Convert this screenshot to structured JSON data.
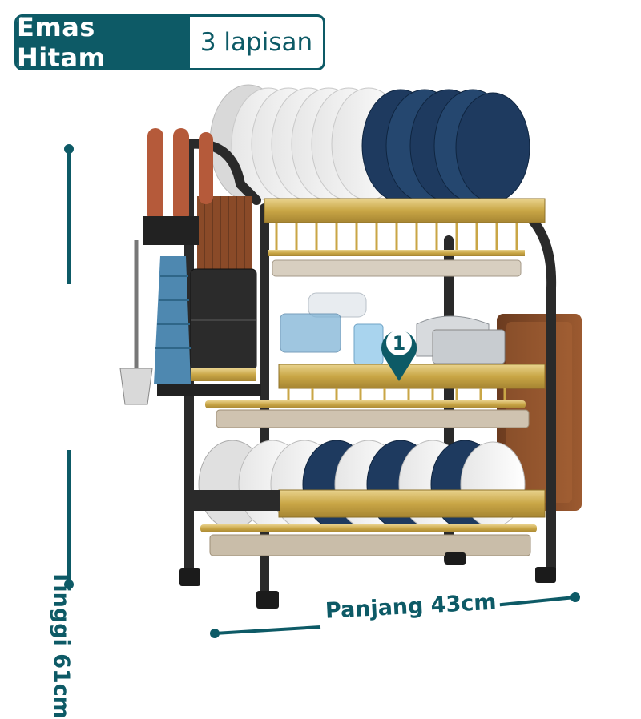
{
  "badge": {
    "color": "Emas Hitam",
    "tiers": "3 lapisan"
  },
  "dimensions": {
    "height": "Tinggi 61cm",
    "width": "Panjang 43cm"
  },
  "marker": {
    "number": "1"
  },
  "colors": {
    "accent": "#0d5a66",
    "gold": "#c9a646",
    "frame": "#2a2a2a",
    "plate_blue": "#1e3a5f"
  }
}
